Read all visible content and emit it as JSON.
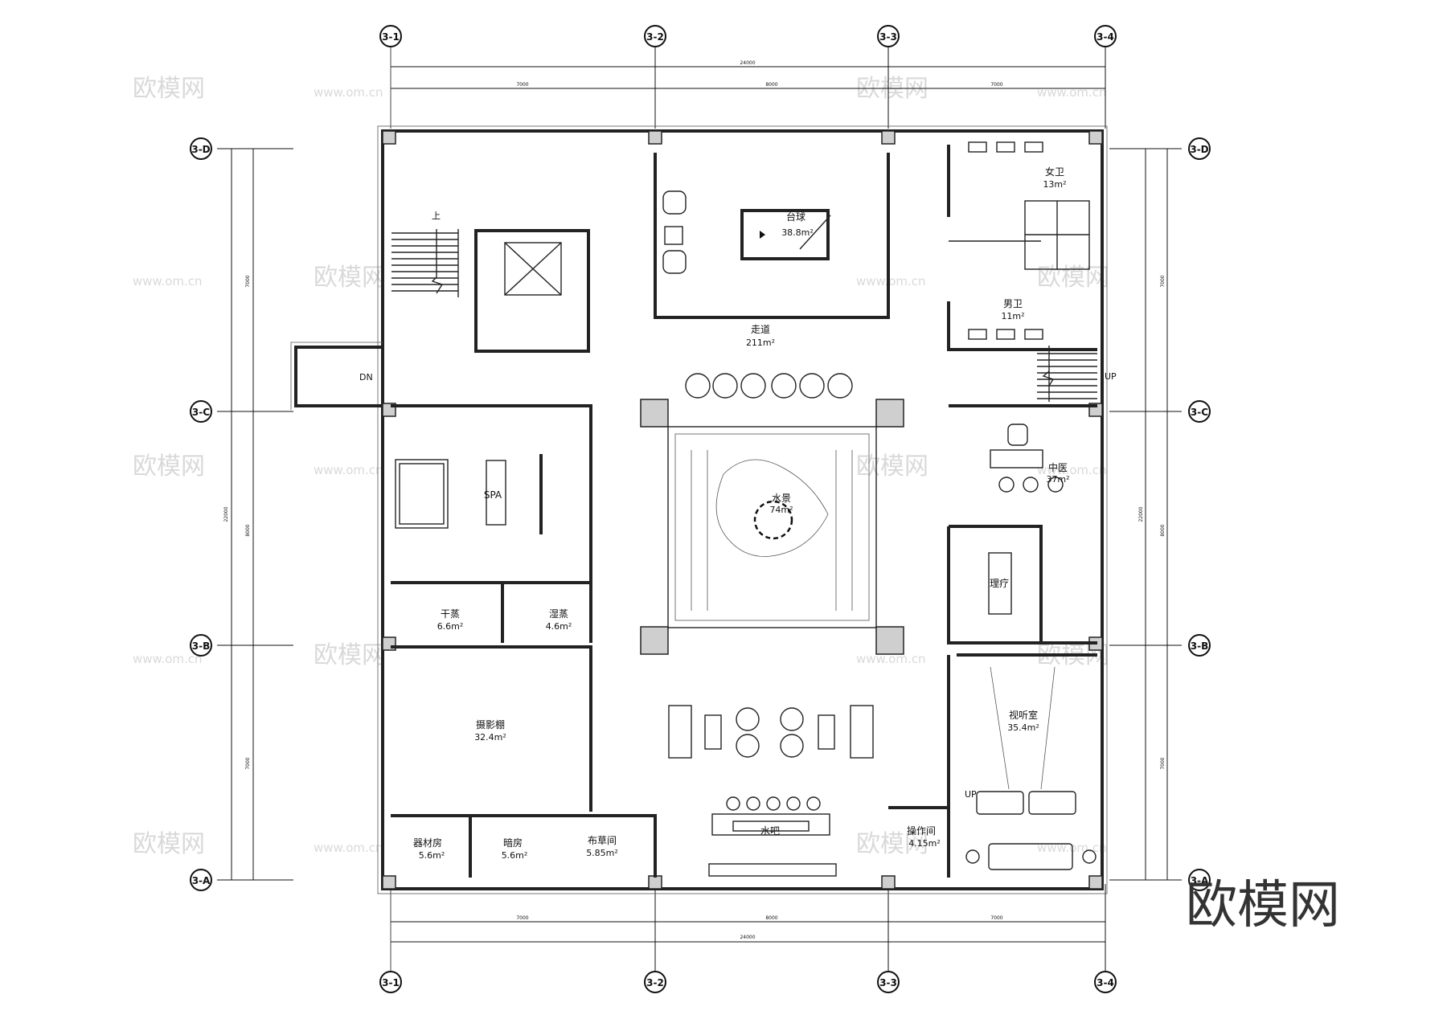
{
  "grid_labels": {
    "top": [
      "3-1",
      "3-2",
      "3-3",
      "3-4"
    ],
    "bottom": [
      "3-1",
      "3-2",
      "3-3",
      "3-4"
    ],
    "left": [
      "3-D",
      "3-C",
      "3-B",
      "3-A"
    ],
    "right": [
      "3-D",
      "3-C",
      "3-B",
      "3-A"
    ]
  },
  "dimensions": {
    "overall": "24000",
    "top_segments": [
      "7000",
      "8000",
      "7000"
    ],
    "bottom_segments": [
      "7000",
      "8000",
      "7000"
    ],
    "overall_vertical": "22000",
    "vertical_segments": [
      "7000",
      "8000",
      "7000"
    ]
  },
  "rooms": [
    {
      "name": "台球",
      "area": "38.8m²"
    },
    {
      "name": "走道",
      "area": "211m²"
    },
    {
      "name": "女卫",
      "area": "13m²"
    },
    {
      "name": "男卫",
      "area": "11m²"
    },
    {
      "name": "SPA",
      "area": ""
    },
    {
      "name": "干蒸",
      "area": "6.6m²"
    },
    {
      "name": "湿蒸",
      "area": "4.6m²"
    },
    {
      "name": "水景",
      "area": "74m²"
    },
    {
      "name": "中医",
      "area": "37m²"
    },
    {
      "name": "理疗",
      "area": ""
    },
    {
      "name": "摄影棚",
      "area": "32.4m²"
    },
    {
      "name": "视听室",
      "area": "35.4m²"
    },
    {
      "name": "器材房",
      "area": "5.6m²"
    },
    {
      "name": "暗房",
      "area": "5.6m²"
    },
    {
      "name": "布草间",
      "area": "5.85m²"
    },
    {
      "name": "水吧",
      "area": ""
    },
    {
      "name": "操作间",
      "area": "4.15m²"
    }
  ],
  "marks": {
    "stair_up_left": "上",
    "stair_down": "DN",
    "stair_up_right": "UP",
    "av_up": "UP"
  },
  "watermark": {
    "text": "欧模网",
    "url": "www.om.cn",
    "logo": "欧模网"
  }
}
